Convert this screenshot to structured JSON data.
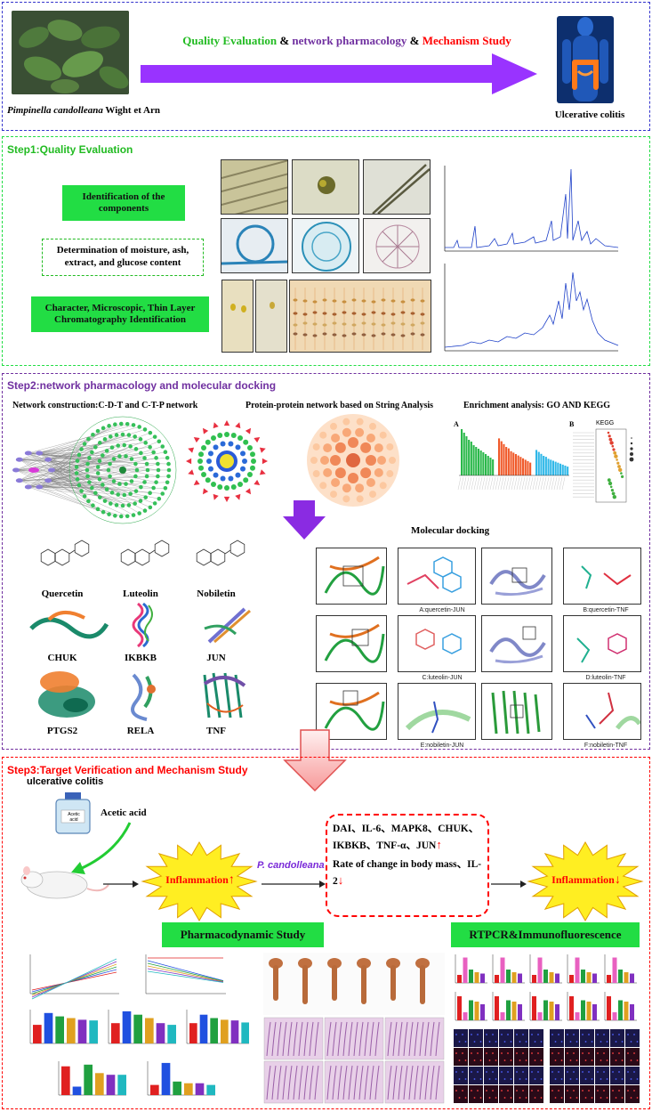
{
  "header": {
    "title_part1": "Quality Evaluation",
    "title_and1": " & ",
    "title_part2": "network pharmacology",
    "title_and2": " & ",
    "title_part3": "Mechanism Study",
    "plant_name_italic": "Pimpinella candolleana",
    "plant_name_rest": " Wight et Arn",
    "disease": "Ulcerative colitis"
  },
  "step1": {
    "title": "Step1:Quality Evaluation",
    "box1": "Identification of the components",
    "box2": "Determination of moisture, ash, extract, and glucose content",
    "box3": "Character, Microscopic, Thin Layer Chromatography Identification"
  },
  "step2": {
    "title": "Step2:network pharmacology and molecular docking",
    "network_label": "Network construction:C-D-T and C-T-P network",
    "ppi_label": "Protein-protein network based on String Analysis",
    "enrich_label": "Enrichment analysis: GO AND KEGG",
    "kegg_title": "KEGG",
    "compounds": [
      "Quercetin",
      "Luteolin",
      "Nobiletin"
    ],
    "proteins_row1": [
      "CHUK",
      "IKBKB",
      "JUN"
    ],
    "proteins_row2": [
      "PTGS2",
      "RELA",
      "TNF"
    ],
    "docking_title": "Molecular docking",
    "docking": [
      "A:quercetin-JUN",
      "B:quercetin-TNF",
      "C:luteolin-JUN",
      "D:luteolin-TNF",
      "E:nobiletin-JUN",
      "F:nobiletin-TNF"
    ]
  },
  "step3": {
    "title": "Step3:Target Verification and Mechanism Study",
    "subtitle": "ulcerative colitis",
    "acid_label": "Acetic acid",
    "inflammation": "Inflammation",
    "drug": "P. candolleana",
    "markers_up": "DAI、IL-6、MAPK8、CHUK、IKBKB、TNF-α、JUN",
    "markers_down": "Rate of change in body mass、IL-2",
    "pharma": "Pharmacodynamic Study",
    "rtpcr": "RTPCR&Immunofluorescence"
  },
  "colors": {
    "green": "#22dd44",
    "purple": "#7030a0",
    "red": "#ff0000",
    "blue_border": "#3333cc",
    "arrow_purple": "#9933ff"
  }
}
